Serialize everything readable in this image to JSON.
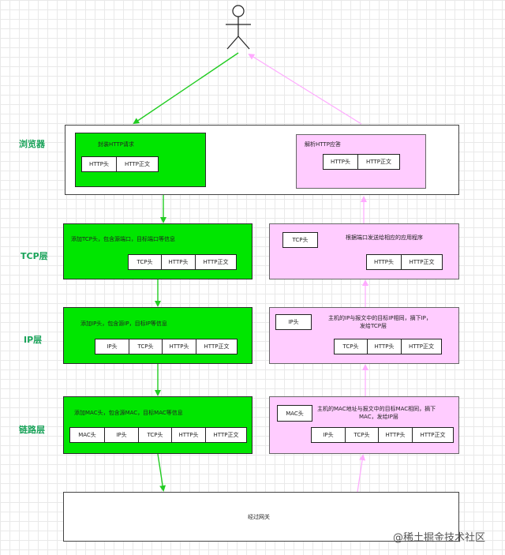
{
  "layers": {
    "browser": "浏览器",
    "tcp": "TCP层",
    "ip": "IP层",
    "link": "链路层"
  },
  "browser": {
    "send": {
      "desc": "封装HTTP请求",
      "segments": [
        "HTTP头",
        "HTTP正文"
      ]
    },
    "recv": {
      "desc": "解析HTTP应答",
      "segments": [
        "HTTP头",
        "HTTP正文"
      ]
    }
  },
  "tcp": {
    "send": {
      "desc": "添加TCP头，包含源端口，目标端口等信息",
      "segments": [
        "TCP头",
        "HTTP头",
        "HTTP正文"
      ]
    },
    "recv": {
      "tag": "TCP头",
      "desc": "根据端口发送给相应的应用程序",
      "segments": [
        "HTTP头",
        "HTTP正文"
      ]
    }
  },
  "ip": {
    "send": {
      "desc": "添加IP头，包含源IP，目标IP等信息",
      "segments": [
        "IP头",
        "TCP头",
        "HTTP头",
        "HTTP正文"
      ]
    },
    "recv": {
      "tag": "IP头",
      "desc1": "主机的IP与报文中的目标IP相同，摘下IP，",
      "desc2": "发给TCP层",
      "segments": [
        "TCP头",
        "HTTP头",
        "HTTP正文"
      ]
    }
  },
  "link": {
    "send": {
      "desc": "添加MAC头，包含源MAC，目标MAC等信息",
      "segments": [
        "MAC头",
        "IP头",
        "TCP头",
        "HTTP头",
        "HTTP正文"
      ]
    },
    "recv": {
      "tag": "MAC头",
      "desc1": "主机的MAC地址与报文中的目标MAC相同，摘下",
      "desc2": "MAC，发给IP层",
      "segments": [
        "IP头",
        "TCP头",
        "HTTP头",
        "HTTP正文"
      ]
    }
  },
  "gateway": {
    "label": "经过网关"
  },
  "watermark": "@稀土掘金技术社区",
  "colors": {
    "green": "#00e600",
    "pink": "#ffccff",
    "send_arrow": "#22cc22",
    "recv_arrow": "#ffaaff",
    "label": "#1aa35a"
  }
}
